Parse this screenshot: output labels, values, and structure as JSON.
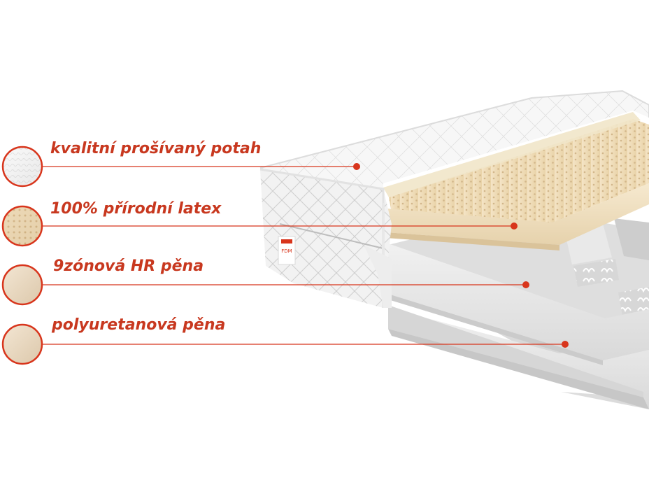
{
  "accent_color": "#d8351c",
  "label_color": "#c8381f",
  "brand_tag": "FDM",
  "layers": [
    {
      "label": "kvalitní prošívaný potah",
      "icon": "quilted-cover-swatch-icon"
    },
    {
      "label": "100% přírodní latex",
      "icon": "latex-swatch-icon"
    },
    {
      "label": "9zónová HR pěna",
      "icon": "hr-foam-swatch-icon"
    },
    {
      "label": "polyuretanová pěna",
      "icon": "pu-foam-swatch-icon"
    }
  ]
}
